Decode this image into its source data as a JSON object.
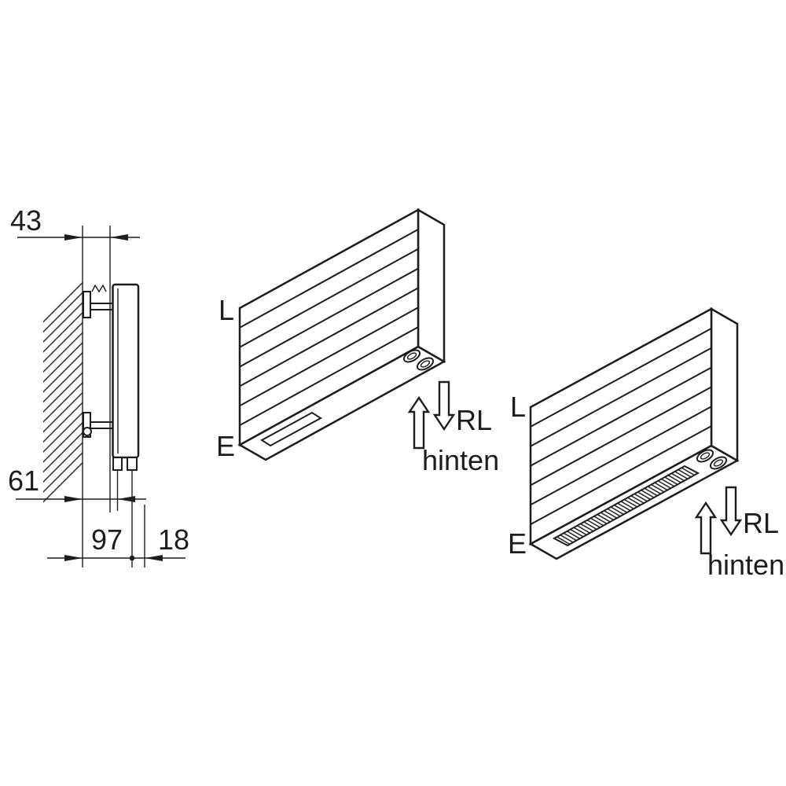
{
  "diagram": {
    "background": "#ffffff",
    "line_color": "#1d1d1b",
    "side_view": {
      "dim_top": "43",
      "dim_middle": "61",
      "dim_bottom_inner": "97",
      "dim_bottom_outer": "18"
    },
    "iso_view_left": {
      "label_top": "L",
      "label_bottom": "E",
      "flow_label": "RL",
      "flow_position": "hinten"
    },
    "iso_view_right": {
      "label_top": "L",
      "label_bottom": "E",
      "flow_label": "RL",
      "flow_position": "hinten"
    }
  }
}
